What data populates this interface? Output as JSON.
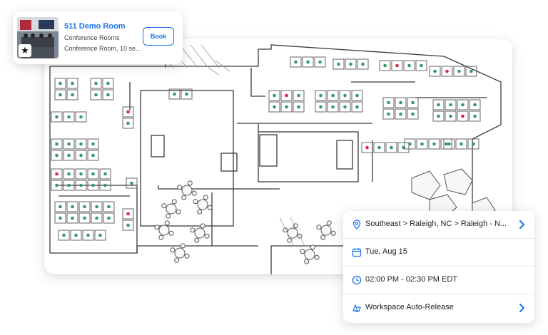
{
  "room_card": {
    "title": "511 Demo Room",
    "category": "Conference Rooms",
    "description": "Conference Room, 10 se...",
    "book_label": "Book"
  },
  "details": {
    "location": "Southeast > Raleigh, NC > Raleigh - N...",
    "date": "Tue, Aug 15",
    "time": "02:00 PM  - 02:30 PM EDT",
    "auto_release": "Workspace Auto-Release"
  },
  "icons": [
    "star-icon",
    "location-pin-icon",
    "calendar-icon",
    "clock-icon",
    "workspace-icon",
    "chevron-right-icon"
  ],
  "colors": {
    "accent": "#1a73e8",
    "desk_available": "#2e9b6b",
    "desk_occupied": "#e0223a"
  }
}
